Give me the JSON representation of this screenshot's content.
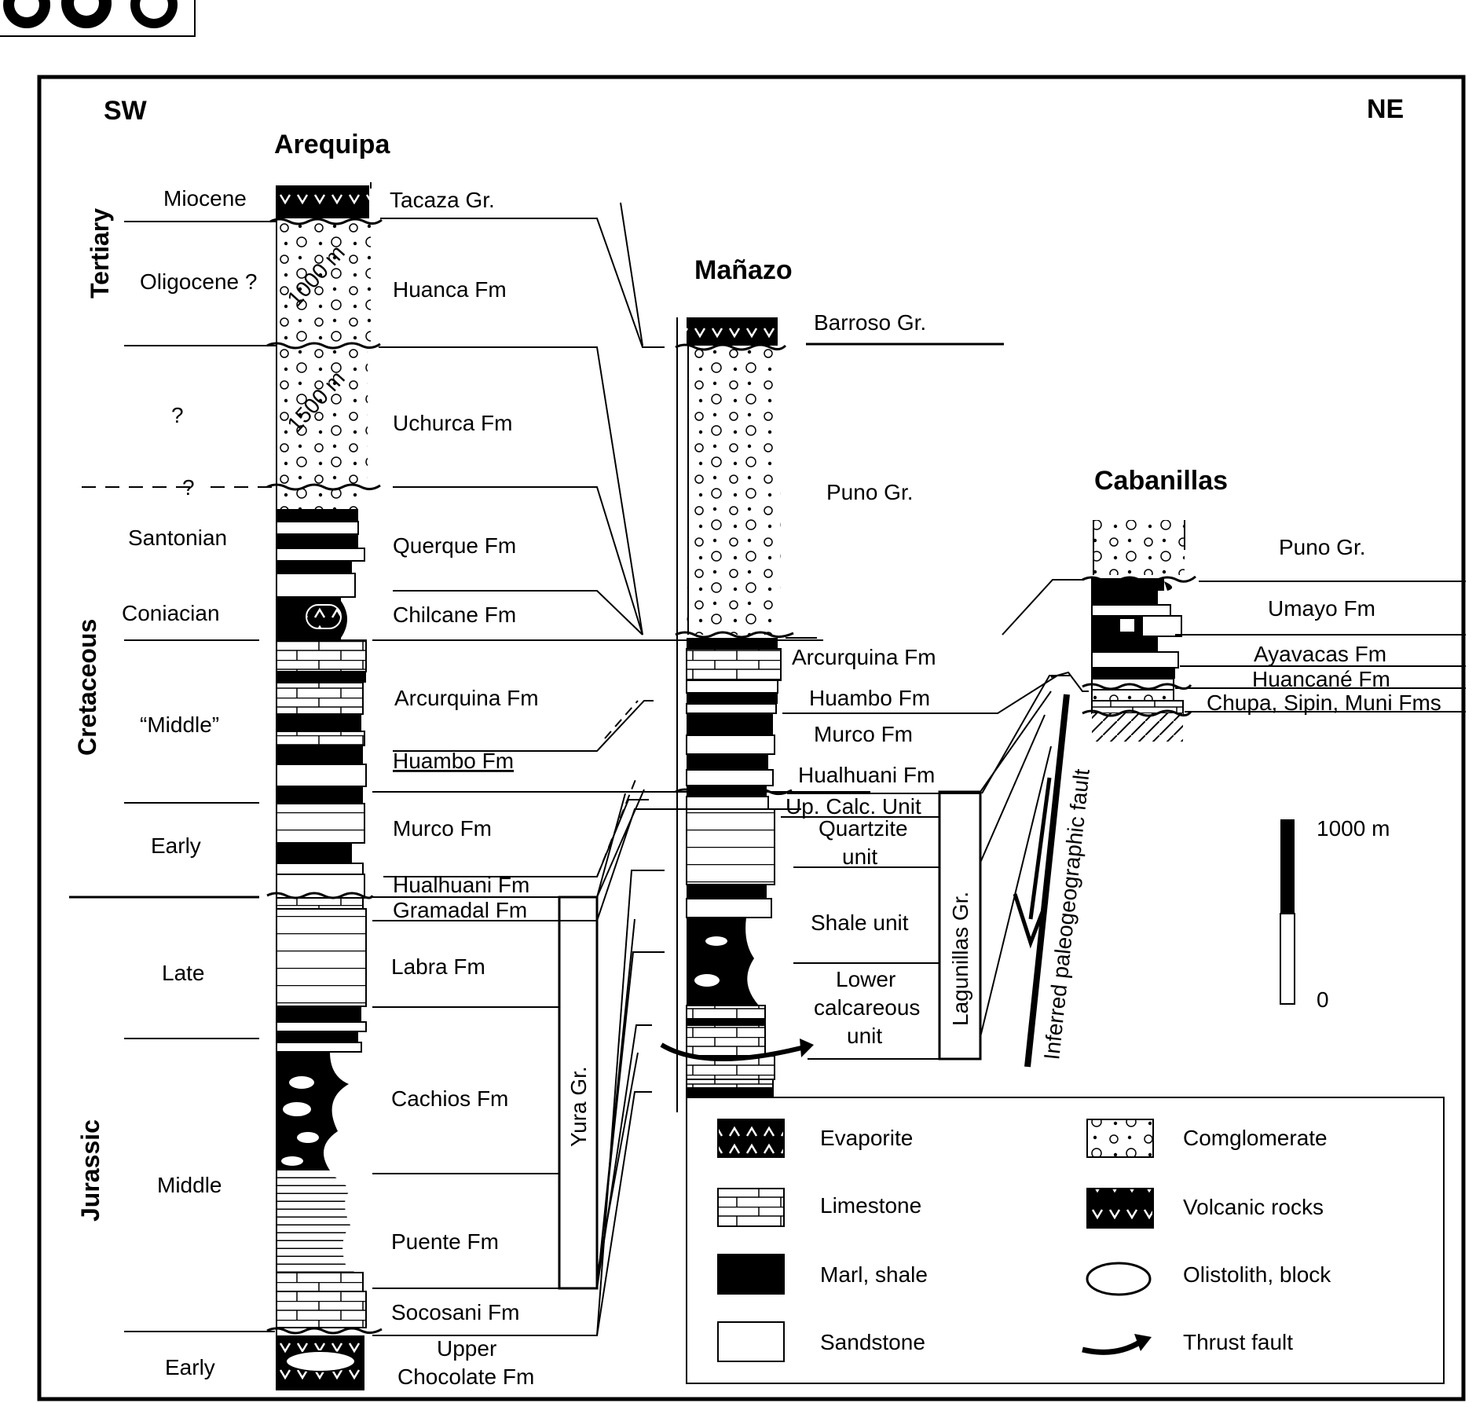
{
  "directions": {
    "sw": "SW",
    "ne": "NE"
  },
  "columns": {
    "arequipa": "Arequipa",
    "manazo": "Mañazo",
    "cabanillas": "Cabanillas"
  },
  "eras": {
    "tertiary": "Tertiary",
    "cretaceous": "Cretaceous",
    "jurassic": "Jurassic"
  },
  "ages": {
    "miocene": "Miocene",
    "oligocene": "Oligocene  ?",
    "unknown": "?",
    "boundary_q": "?",
    "santonian": "Santonian",
    "coniacian": "Coniacian",
    "middle_cret": "“Middle”",
    "early_cret": "Early",
    "late_jur": "Late",
    "middle_jur": "Middle",
    "early_jur": "Early"
  },
  "thickness": {
    "huanca": "1000 m",
    "uchurca": "1500 m"
  },
  "arequipa_units": {
    "tacaza": "Tacaza Gr.",
    "huanca": "Huanca Fm",
    "uchurca": "Uchurca Fm",
    "querque": "Querque Fm",
    "chilcane": "Chilcane Fm",
    "arcurquina": "Arcurquina Fm",
    "huambo": "Huambo Fm",
    "murco": "Murco Fm",
    "hualhuani": "Hualhuani Fm",
    "gramadal": "Gramadal Fm",
    "labra": "Labra Fm",
    "cachios": "Cachios Fm",
    "puente": "Puente Fm",
    "socosani": "Socosani Fm",
    "upper_chocolate_1": "Upper",
    "upper_chocolate_2": "Chocolate Fm",
    "yura": "Yura Gr."
  },
  "manazo_units": {
    "barroso": "Barroso Gr.",
    "puno": "Puno Gr.",
    "arcurquina": "Arcurquina Fm",
    "huambo": "Huambo Fm",
    "murco": "Murco Fm",
    "hualhuani": "Hualhuani Fm",
    "upcalc": "Up. Calc. Unit",
    "quartzite_1": "Quartzite",
    "quartzite_2": "unit",
    "shale": "Shale unit",
    "lower_1": "Lower",
    "lower_2": "calcareous",
    "lower_3": "unit",
    "lagunillas": "Lagunillas Gr."
  },
  "cabanillas_units": {
    "puno": "Puno Gr.",
    "umayo": "Umayo Fm",
    "ayavacas": "Ayavacas Fm",
    "huancane": "Huancané Fm",
    "chupa": "Chupa, Sipin, Muni Fms"
  },
  "fault_label": "Inferred paleogeographic fault",
  "scale": {
    "top": "1000 m",
    "bottom": "0"
  },
  "legend": {
    "evaporite": "Evaporite",
    "limestone": "Limestone",
    "marl": "Marl, shale",
    "sandstone": "Sandstone",
    "conglomerate": "Comglomerate",
    "volcanic": "Volcanic rocks",
    "olistolith": "Olistolith, block",
    "thrust": "Thrust fault"
  }
}
